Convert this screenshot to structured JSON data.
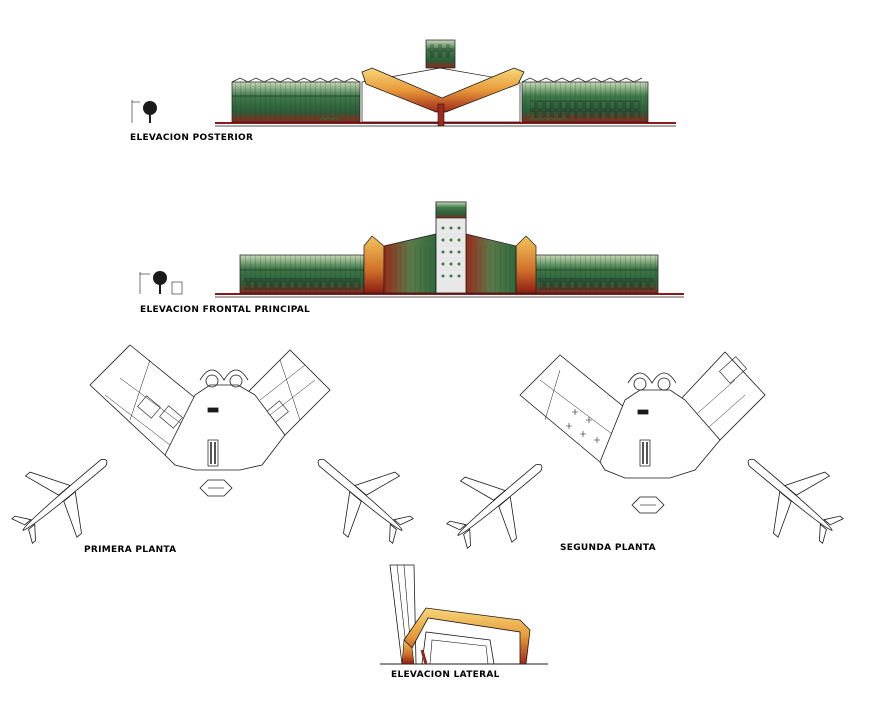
{
  "drawing": {
    "colors": {
      "ink": "#1a1a1a",
      "facade_green": "#3f7a4a",
      "facade_red": "#8c2a1e",
      "roof_orange": "#e89a3a",
      "roof_gold": "#f2c45a",
      "roof_red": "#a02a1a",
      "ground_red": "#8a1a1a",
      "tower_grey": "#c8c8c8"
    },
    "labels": {
      "elevacion_posterior": "ELEVACION POSTERIOR",
      "elevacion_frontal": "ELEVACION  FRONTAL PRINCIPAL",
      "primera_planta": "PRIMERA PLANTA",
      "segunda_planta": "SEGUNDA PLANTA",
      "elevacion_lateral": "ELEVACION LATERAL"
    }
  }
}
